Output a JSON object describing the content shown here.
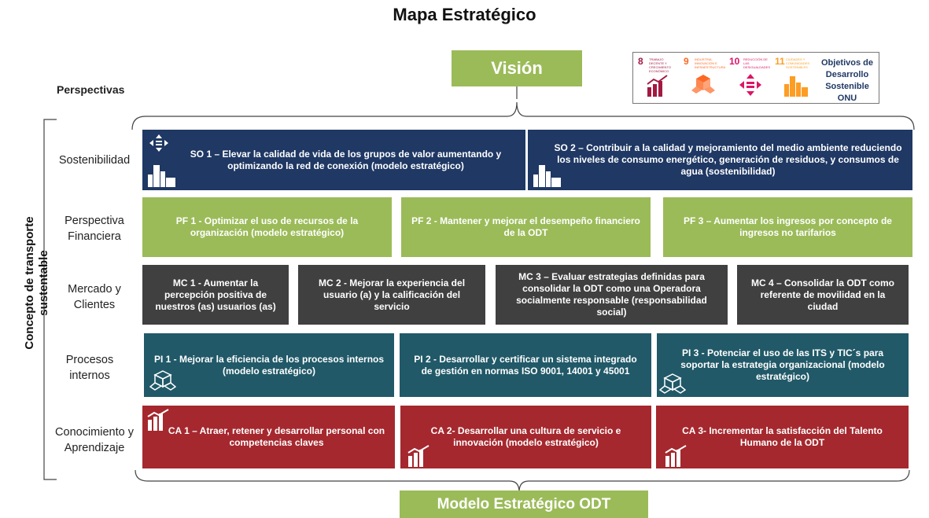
{
  "title": "Mapa Estratégico",
  "vision": "Visión",
  "perspectives_header": "Perspectivas",
  "side_label": "Concepto de transporte sustentable",
  "bottom_banner": "Modelo Estratégico ODT",
  "sdg": {
    "label": "Objetivos de Desarrollo Sostenible ONU",
    "goals": [
      {
        "number": "8",
        "text": "TRABAJO DECENTE Y CRECIMIENTO ECONÓMICO",
        "color": "#a21942",
        "icon": "growth-chart-icon"
      },
      {
        "number": "9",
        "text": "INDUSTRIA, INNOVACIÓN E INFRAESTRUCTURA",
        "color": "#fd6925",
        "icon": "cubes-icon"
      },
      {
        "number": "10",
        "text": "REDUCCIÓN DE LAS DESIGUALDADES",
        "color": "#dd1367",
        "icon": "equality-arrows-icon"
      },
      {
        "number": "11",
        "text": "CIUDADES Y COMUNIDADES SOSTENIBLES",
        "color": "#fd9d24",
        "icon": "city-buildings-icon"
      }
    ]
  },
  "rows": {
    "sostenibilidad": {
      "label": "Sostenibilidad"
    },
    "financiera": {
      "label": "Perspectiva Financiera"
    },
    "mercado": {
      "label": "Mercado y Clientes"
    },
    "procesos": {
      "label": "Procesos internos"
    },
    "conocimiento": {
      "label": "Conocimiento y Aprendizaje"
    }
  },
  "objectives": {
    "so1": "SO 1 – Elevar la calidad de vida de los grupos de valor aumentando y optimizando la red de conexión (modelo estratégico)",
    "so2": "SO 2 – Contribuir a la calidad y mejoramiento del medio ambiente reduciendo los niveles de consumo energético, generación de residuos, y consumos de agua (sostenibilidad)",
    "pf1": "PF 1 - Optimizar el uso de recursos de la organización (modelo estratégico)",
    "pf2": "PF 2 - Mantener y mejorar el desempeño financiero de la ODT",
    "pf3": "PF 3 – Aumentar los ingresos por concepto de ingresos no tarifarios",
    "mc1": "MC 1 - Aumentar la percepción positiva de nuestros (as) usuarios (as)",
    "mc2": "MC 2 - Mejorar la experiencia del usuario (a) y la calificación del servicio",
    "mc3": "MC 3 – Evaluar estrategias definidas para consolidar la ODT como una Operadora socialmente responsable (responsabilidad social)",
    "mc4": "MC 4 – Consolidar la ODT como referente de movilidad en la ciudad",
    "pi1": "PI 1 - Mejorar la eficiencia de los procesos internos (modelo estratégico)",
    "pi2": "PI 2 - Desarrollar y certificar un sistema integrado de gestión en normas ISO 9001, 14001 y 45001",
    "pi3": "PI 3 - Potenciar el uso de las ITS y TIC´s para soportar la estrategia organizacional (modelo estratégico)",
    "ca1": "CA 1 – Atraer, retener y desarrollar personal con competencias claves",
    "ca2": "CA 2- Desarrollar una cultura de servicio e innovación (modelo estratégico)",
    "ca3": "CA 3- Incrementar la satisfacción del Talento Humano de la ODT"
  }
}
